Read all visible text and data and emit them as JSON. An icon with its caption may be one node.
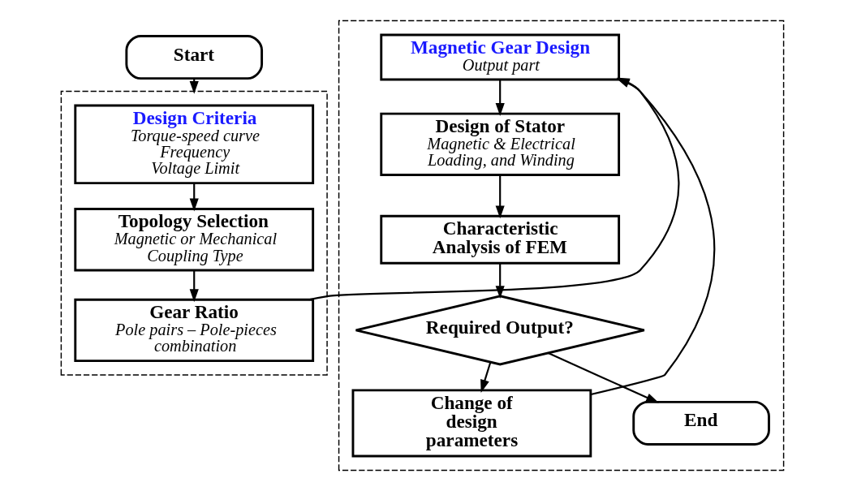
{
  "diagram": {
    "nodes": [
      {
        "text": [
          "Start"
        ]
      },
      {
        "text": [],
        "shape": "box"
      },
      {
        "text": [
          "Design Criteria",
          "Torque-speed curve",
          "Frequency",
          "Voltage Limit"
        ],
        "in": 1
      },
      {
        "text": [
          "Topology Selection",
          "Magnetic or Mechanical Coupling Type"
        ],
        "in": 1
      },
      {
        "text": [
          "Gear Ratio",
          "Pole pairs – Pole-pieces combination"
        ],
        "in": 1
      },
      {
        "text": [],
        "shape": "box"
      },
      {
        "text": [
          "Magnetic Gear Design",
          "Output part"
        ],
        "in": 5
      },
      {
        "text": [
          "Design of Stator",
          "Magnetic & Electrical Loading, and Winding"
        ],
        "in": 5
      },
      {
        "text": [
          "Characteristic Analysis of FEM"
        ],
        "in": 5
      },
      {
        "text": [
          "Required Output?"
        ],
        "in": 5
      },
      {
        "text": [
          "Change of design parameters"
        ],
        "in": 5
      },
      {
        "text": [
          "End"
        ],
        "in": 5
      }
    ],
    "edges": [
      {
        "from": 0,
        "to": 1,
        "arrow": "to"
      },
      {
        "from": 2,
        "to": 3,
        "arrow": "to"
      },
      {
        "from": 3,
        "to": 4,
        "arrow": "to"
      },
      {
        "from": 4,
        "to": 6,
        "arrow": "to"
      },
      {
        "from": 6,
        "to": 7,
        "arrow": "to"
      },
      {
        "from": 7,
        "to": 8,
        "arrow": "to"
      },
      {
        "from": 8,
        "to": 9,
        "arrow": "to"
      },
      {
        "from": 9,
        "to": 11,
        "arrow": "to"
      },
      {
        "from": 9,
        "to": 10,
        "arrow": "to"
      },
      {
        "from": 10,
        "to": 6,
        "arrow": "to"
      }
    ]
  }
}
